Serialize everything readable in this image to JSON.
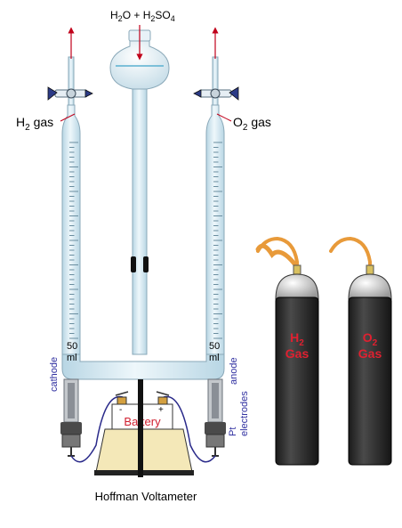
{
  "reagent": {
    "h2o": "H",
    "h2o_sub": "2",
    "h2o_tail": "O  +  H",
    "acid_sub": "2",
    "acid_tail": "SO",
    "acid_sub2": "4"
  },
  "gas_left": {
    "main": "H",
    "sub": "2",
    "tail": " gas"
  },
  "gas_right": {
    "main": "O",
    "sub": "2",
    "tail": " gas"
  },
  "scale_left": {
    "value": "50",
    "unit": "ml"
  },
  "scale_right": {
    "value": "50",
    "unit": "ml"
  },
  "electrode_left": "cathode",
  "electrode_right": "anode",
  "electrode_material": {
    "line1": "Pt",
    "line2": "electrodes"
  },
  "battery": {
    "label": "Battery",
    "minus": "-",
    "plus": "+"
  },
  "cylinder_h2": {
    "line1": "H",
    "sub": "2",
    "line2": "Gas"
  },
  "cylinder_o2": {
    "line1": "O",
    "sub": "2",
    "line2": "Gas"
  },
  "caption": "Hoffman Voltameter",
  "colors": {
    "glass": "#dfeef6",
    "glass_edge": "#8aa8b8",
    "water": "#bfe4ee",
    "arrow": "#c0001a",
    "label_blue": "#3030a0",
    "label_red": "#d02030",
    "cylinder": "#2a2a2a",
    "hose": "#e89a3a",
    "base": "#f4e8b8"
  }
}
